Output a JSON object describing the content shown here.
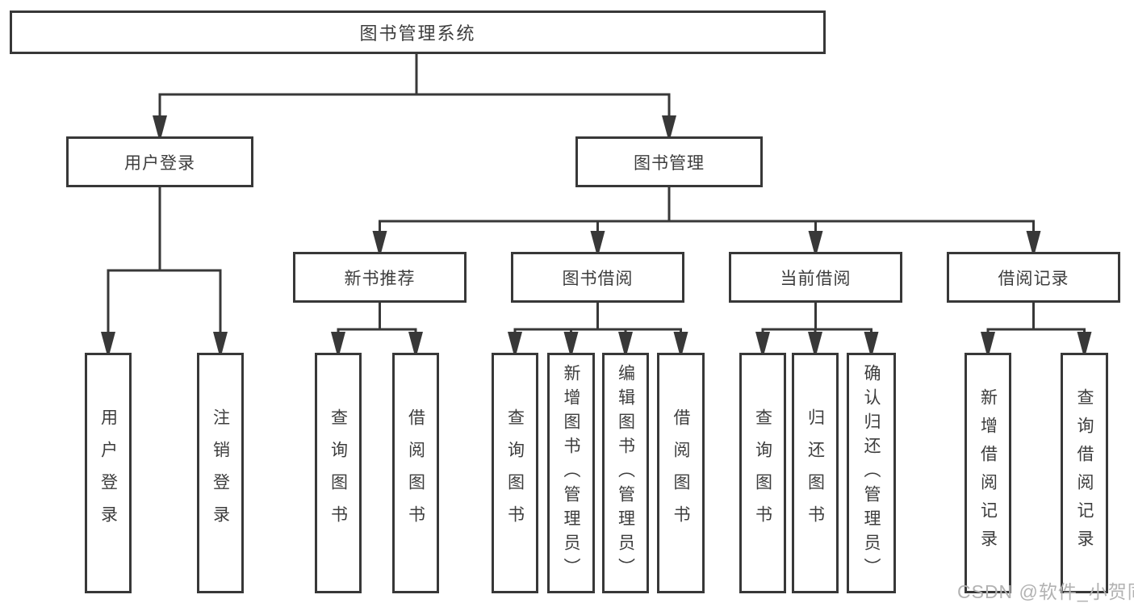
{
  "tree": {
    "label": "图书管理系统",
    "children": [
      {
        "label": "用户登录",
        "children": [
          {
            "label": "用户登录"
          },
          {
            "label": "注销登录"
          }
        ]
      },
      {
        "label": "图书管理",
        "children": [
          {
            "label": "新书推荐",
            "children": [
              {
                "label": "查询图书"
              },
              {
                "label": "借阅图书"
              }
            ]
          },
          {
            "label": "图书借阅",
            "children": [
              {
                "label": "查询图书"
              },
              {
                "label": "新增图书（管理员）"
              },
              {
                "label": "编辑图书（管理员）"
              },
              {
                "label": "借阅图书"
              }
            ]
          },
          {
            "label": "当前借阅",
            "children": [
              {
                "label": "查询图书"
              },
              {
                "label": "归还图书"
              },
              {
                "label": "确认归还（管理员）"
              }
            ]
          },
          {
            "label": "借阅记录",
            "children": [
              {
                "label": "新增借阅记录"
              },
              {
                "label": "查询借阅记录"
              }
            ]
          }
        ]
      }
    ]
  },
  "watermark": {
    "text": "CSDN @软件_小贺同学"
  },
  "colors": {
    "line": "#383838",
    "box_border": "#383838",
    "text": "#3d3d3d",
    "watermark": "#b2b2b2",
    "background": "#ffffff"
  }
}
